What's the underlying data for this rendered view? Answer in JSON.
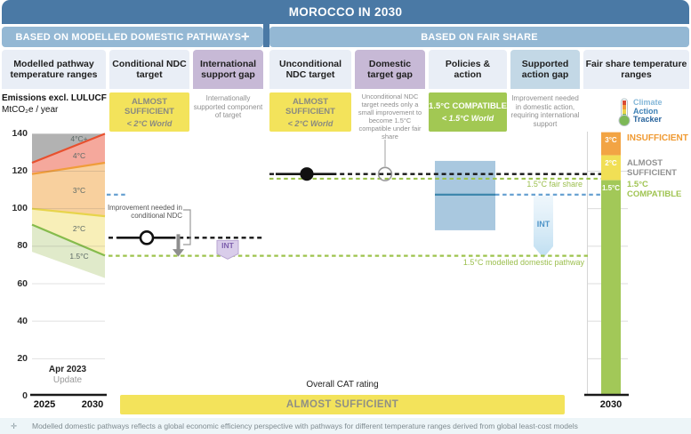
{
  "title": "MOROCCO IN 2030",
  "section_headers": {
    "left": "BASED ON MODELLED DOMESTIC PATHWAYS✛",
    "right": "BASED ON FAIR SHARE"
  },
  "columns": [
    {
      "label": "Modelled pathway temperature ranges"
    },
    {
      "label": "Conditional NDC target",
      "rating": "ALMOST SUFFICIENT",
      "rating_sub": "< 2°C World"
    },
    {
      "label": "International support gap",
      "note": "Internationally supported component of target"
    },
    {
      "label": "Unconditional NDC target",
      "rating": "ALMOST SUFFICIENT",
      "rating_sub": "< 2°C World"
    },
    {
      "label": "Domestic target gap",
      "note": "Unconditional NDC target needs only a small improvement to become 1.5°C compatible under fair share"
    },
    {
      "label": "Policies & action",
      "rating": "1.5°C COMPATIBLE",
      "rating_sub": "< 1.5°C World"
    },
    {
      "label": "Supported action gap",
      "note": "Improvement needed in domestic action, requiring international support"
    },
    {
      "label": "Fair share temperature ranges"
    }
  ],
  "axis": {
    "ylabel_line1": "Emissions excl. LULUCF",
    "ylabel_line2": "MtCO₂e / year",
    "yticks": [
      140,
      120,
      100,
      80,
      60,
      40,
      20,
      0
    ],
    "x_left": [
      "2025",
      "2030"
    ],
    "x_right": "2030",
    "update_line1": "Apr 2023",
    "update_line2": "Update"
  },
  "logo": {
    "line1": "Climate",
    "line2": "Action",
    "line3": "Tracker"
  },
  "scale_labels": [
    {
      "band": "3°C",
      "rating": "INSUFFICIENT"
    },
    {
      "band": "2°C",
      "rating": "ALMOST SUFFICIENT"
    },
    {
      "band": "1.5°C",
      "rating": "1.5°C COMPATIBLE"
    }
  ],
  "annotations": {
    "conditional_improvement": "Improvement needed in conditional NDC",
    "fair_share_line": "1.5°C fair share",
    "modelled_domestic_line": "1.5°C modelled domestic pathway",
    "int_label": "INT"
  },
  "overall": {
    "label": "Overall CAT rating",
    "rating": "ALMOST SUFFICIENT"
  },
  "footnote": {
    "symbol": "✛",
    "text": "Modelled domestic pathways reflects a global economic efficiency perspective with pathways for different temperature ranges derived from global least-cost models"
  },
  "chart_data": {
    "type": "area",
    "title": "MOROCCO IN 2030",
    "ylabel": "Emissions excl. LULUCF MtCO₂e / year",
    "ylim": [
      0,
      140
    ],
    "x_years": [
      2025,
      2030
    ],
    "grid": true,
    "modelled_pathway_bands": [
      {
        "label": "4°C+",
        "fill": "#b2b2b2",
        "upper": [
          140,
          140
        ],
        "lower": [
          124.5,
          140
        ]
      },
      {
        "label": "4°C",
        "fill": "#f5a89c",
        "line": "#e8502e",
        "upper": [
          124.5,
          140
        ],
        "lower": [
          118.5,
          124.5
        ]
      },
      {
        "label": "3°C",
        "fill": "#f8d09e",
        "line": "#f09d3a",
        "upper": [
          118.5,
          124.5
        ],
        "lower": [
          100,
          96
        ]
      },
      {
        "label": "2°C",
        "fill": "#f8efb8",
        "line": "#e7d44b",
        "upper": [
          100,
          96
        ],
        "lower": [
          91.5,
          75
        ]
      },
      {
        "label": "1.5°C",
        "fill": "#e0eaca",
        "line": "#85bb4c",
        "upper": [
          91.5,
          75
        ],
        "lower": [
          77,
          63
        ]
      }
    ],
    "levels": {
      "unconditional_ndc": 118.5,
      "conditional_ndc": 84.5,
      "fair_share_1_5": 116,
      "modelled_domestic_1_5": 74.9,
      "policies_action_central": 107.5
    },
    "policies_action_range": [
      88.5,
      125.5
    ],
    "fair_share_bar": [
      {
        "label": "3°C",
        "color": "#f2a444",
        "range": [
          128.5,
          140.8
        ]
      },
      {
        "label": "2°C",
        "color": "#f1df55",
        "range": [
          115.2,
          128.5
        ]
      },
      {
        "label": "1.5°C",
        "color": "#a2c858",
        "range": [
          1,
          115.2
        ]
      }
    ]
  }
}
